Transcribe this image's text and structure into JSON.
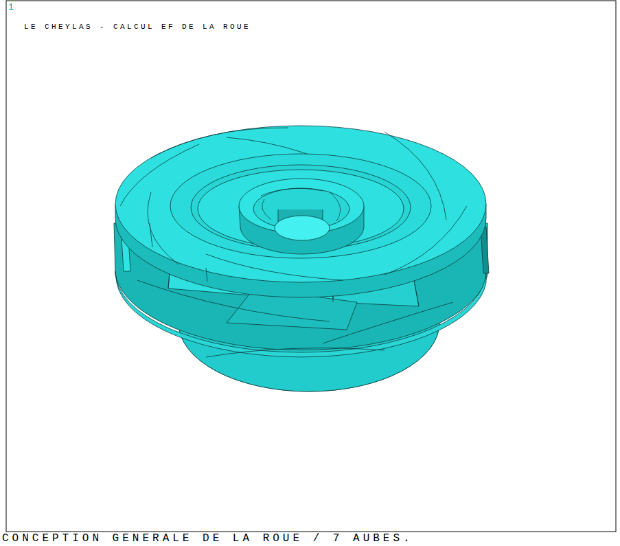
{
  "diagram": {
    "title": "LE CHEYLAS - CALCUL EF DE LA ROUE",
    "caption": "CONCEPTION GENERALE DE LA ROUE / 7 AUBES.",
    "labels": [
      "1"
    ]
  }
}
